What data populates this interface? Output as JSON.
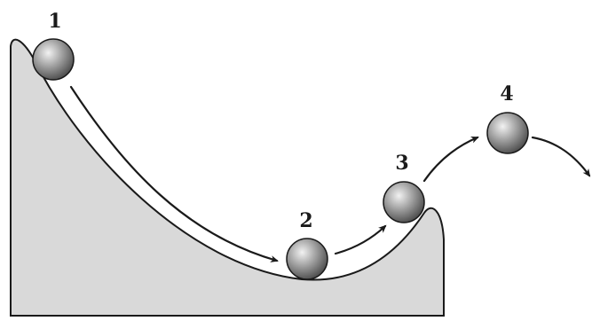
{
  "diagram": {
    "balls": [
      {
        "label": "1"
      },
      {
        "label": "2"
      },
      {
        "label": "3"
      },
      {
        "label": "4"
      }
    ],
    "colors": {
      "ground_fill": "#d9d9d9",
      "outline": "#1a1a1a",
      "ball_light": "#f2f2f2",
      "ball_mid": "#a6a6a6",
      "ball_dark": "#4a4a4a"
    }
  }
}
